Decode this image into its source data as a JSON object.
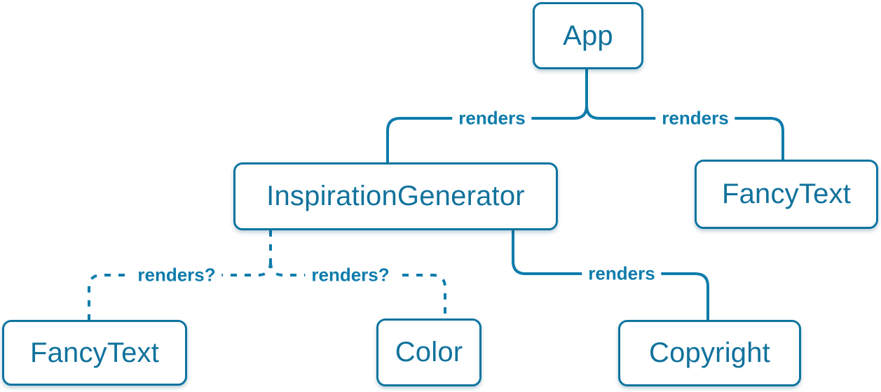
{
  "diagram": {
    "description": "React component render tree",
    "nodes": [
      {
        "id": "app",
        "label": "App"
      },
      {
        "id": "inspiration-generator",
        "label": "InspirationGenerator"
      },
      {
        "id": "fancy-text-top",
        "label": "FancyText"
      },
      {
        "id": "fancy-text-bottom",
        "label": "FancyText"
      },
      {
        "id": "color",
        "label": "Color"
      },
      {
        "id": "copyright",
        "label": "Copyright"
      }
    ],
    "edges": [
      {
        "from": "App",
        "to": "InspirationGenerator",
        "label": "renders",
        "style": "solid"
      },
      {
        "from": "App",
        "to": "FancyText",
        "label": "renders",
        "style": "solid"
      },
      {
        "from": "InspirationGenerator",
        "to": "FancyText",
        "label": "renders?",
        "style": "dashed"
      },
      {
        "from": "InspirationGenerator",
        "to": "Color",
        "label": "renders?",
        "style": "dashed"
      },
      {
        "from": "InspirationGenerator",
        "to": "Copyright",
        "label": "renders",
        "style": "solid"
      }
    ],
    "colors": {
      "line": "#0e7cab",
      "node_border": "#0d74a0",
      "node_text": "#11729c",
      "label_text": "#0e7cab",
      "background": "#ffffff"
    }
  }
}
